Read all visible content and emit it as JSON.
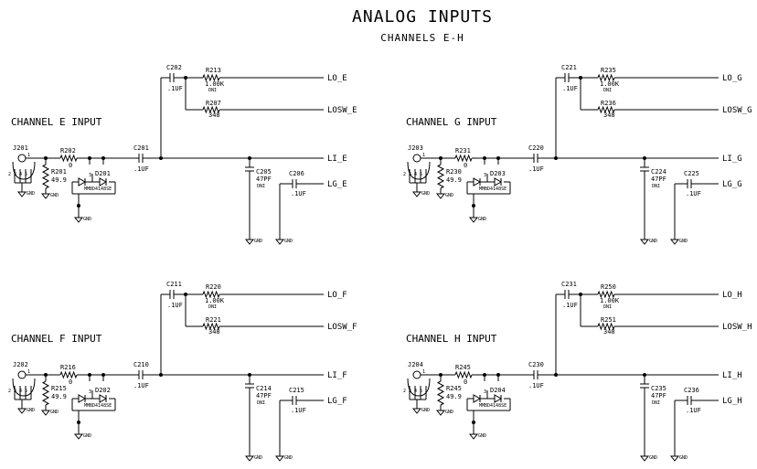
{
  "title": "ANALOG INPUTS",
  "subtitle": "CHANNELS E-H",
  "gnd_label": "GND",
  "blocks": [
    {
      "channel_label": "CHANNEL E INPUT",
      "connector_ref": "J201",
      "connector_pin": "1",
      "connector_pins": "2 3 4 5",
      "series_r_ref": "R202",
      "series_r_val": "0",
      "term_r_ref": "R201",
      "term_r_val": "49.9",
      "diode_ref": "D201",
      "diode_part": "MMBD4148SE",
      "diode_pin": "3",
      "cin_ref": "C201",
      "cin_val": ".1UF",
      "ctop_ref": "C202",
      "ctop_val": ".1UF",
      "rtop_ref": "R213",
      "rtop_val": "1.00K",
      "rtop_note": "DNI",
      "rmid_ref": "R207",
      "rmid_val": "348",
      "cshunt_ref": "C205",
      "cshunt_val": "47PF",
      "cshunt_note": "DNI",
      "cout_ref": "C206",
      "cout_val": ".1UF",
      "net_lo": "LO_E",
      "net_losw": "LOSW_E",
      "net_li": "LI_E",
      "net_lg": "LG_E"
    },
    {
      "channel_label": "CHANNEL G INPUT",
      "connector_ref": "J203",
      "connector_pin": "1",
      "connector_pins": "2 3 4 5",
      "series_r_ref": "R231",
      "series_r_val": "0",
      "term_r_ref": "R230",
      "term_r_val": "49.9",
      "diode_ref": "D203",
      "diode_part": "MMBD4148SE",
      "diode_pin": "3",
      "cin_ref": "C220",
      "cin_val": ".1UF",
      "ctop_ref": "C221",
      "ctop_val": ".1UF",
      "rtop_ref": "R235",
      "rtop_val": "1.00K",
      "rtop_note": "DNI",
      "rmid_ref": "R236",
      "rmid_val": "348",
      "cshunt_ref": "C224",
      "cshunt_val": "47PF",
      "cshunt_note": "DNI",
      "cout_ref": "C225",
      "cout_val": ".1UF",
      "net_lo": "LO_G",
      "net_losw": "LOSW_G",
      "net_li": "LI_G",
      "net_lg": "LG_G"
    },
    {
      "channel_label": "CHANNEL F INPUT",
      "connector_ref": "J202",
      "connector_pin": "1",
      "connector_pins": "2 3 4 5",
      "series_r_ref": "R216",
      "series_r_val": "0",
      "term_r_ref": "R215",
      "term_r_val": "49.9",
      "diode_ref": "D202",
      "diode_part": "MMBD4148SE",
      "diode_pin": "3",
      "cin_ref": "C210",
      "cin_val": ".1UF",
      "ctop_ref": "C211",
      "ctop_val": ".1UF",
      "rtop_ref": "R220",
      "rtop_val": "1.00K",
      "rtop_note": "DNI",
      "rmid_ref": "R221",
      "rmid_val": "348",
      "cshunt_ref": "C214",
      "cshunt_val": "47PF",
      "cshunt_note": "DNI",
      "cout_ref": "C215",
      "cout_val": ".1UF",
      "net_lo": "LO_F",
      "net_losw": "LOSW_F",
      "net_li": "LI_F",
      "net_lg": "LG_F"
    },
    {
      "channel_label": "CHANNEL H INPUT",
      "connector_ref": "J204",
      "connector_pin": "1",
      "connector_pins": "2 3 4 5",
      "series_r_ref": "R245",
      "series_r_val": "0",
      "term_r_ref": "R245",
      "term_r_val": "49.9",
      "diode_ref": "D204",
      "diode_part": "MMBD4148SE",
      "diode_pin": "3",
      "cin_ref": "C230",
      "cin_val": ".1UF",
      "ctop_ref": "C231",
      "ctop_val": ".1UF",
      "rtop_ref": "R250",
      "rtop_val": "1.00K",
      "rtop_note": "DNI",
      "rmid_ref": "R251",
      "rmid_val": "348",
      "cshunt_ref": "C235",
      "cshunt_val": "47PF",
      "cshunt_note": "DNI",
      "cout_ref": "C236",
      "cout_val": ".1UF",
      "net_lo": "LO_H",
      "net_losw": "LOSW_H",
      "net_li": "LI_H",
      "net_lg": "LG_H"
    }
  ]
}
